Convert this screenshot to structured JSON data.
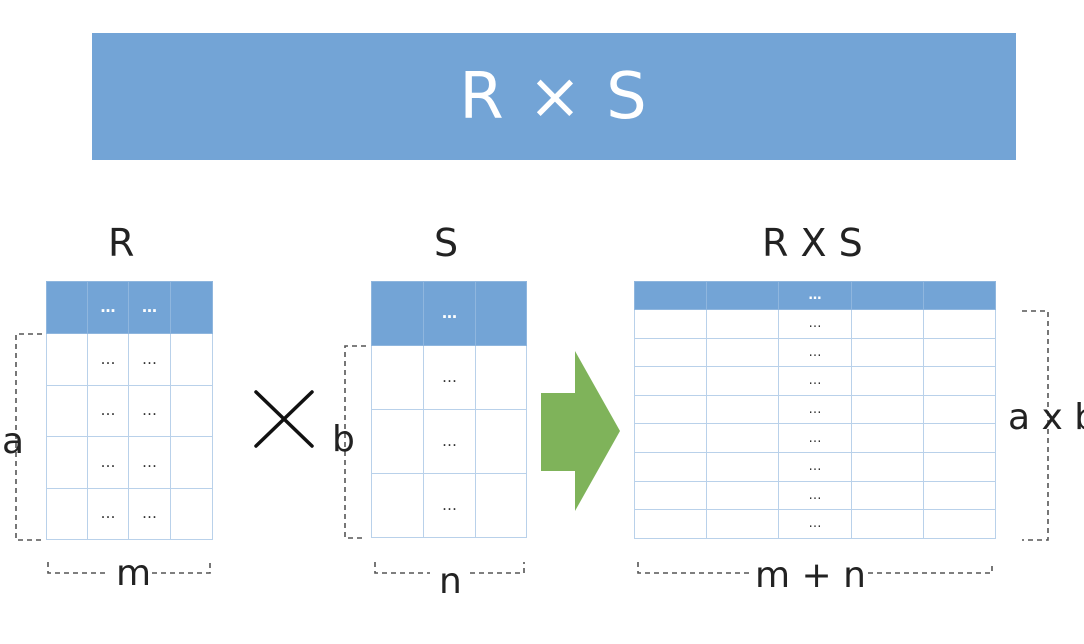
{
  "title": "R × S",
  "tables": {
    "r": {
      "label": "R",
      "height_label": "a",
      "width_label": "m",
      "header": [
        "",
        "…",
        "…",
        ""
      ],
      "rows": [
        [
          "",
          "…",
          "…",
          ""
        ],
        [
          "",
          "…",
          "…",
          ""
        ],
        [
          "",
          "…",
          "…",
          ""
        ],
        [
          "",
          "…",
          "…",
          ""
        ]
      ]
    },
    "s": {
      "label": "S",
      "height_label": "b",
      "width_label": "n",
      "header": [
        "",
        "…",
        ""
      ],
      "rows": [
        [
          "",
          "…",
          ""
        ],
        [
          "",
          "…",
          ""
        ],
        [
          "",
          "…",
          ""
        ]
      ]
    },
    "rs": {
      "label": "R X S",
      "height_label": "a x b",
      "width_label": "m + n",
      "header": [
        "",
        "",
        "…",
        "",
        ""
      ],
      "rows": [
        [
          "",
          "",
          "…",
          "",
          ""
        ],
        [
          "",
          "",
          "…",
          "",
          ""
        ],
        [
          "",
          "",
          "…",
          "",
          ""
        ],
        [
          "",
          "",
          "…",
          "",
          ""
        ],
        [
          "",
          "",
          "…",
          "",
          ""
        ],
        [
          "",
          "",
          "…",
          "",
          ""
        ],
        [
          "",
          "",
          "…",
          "",
          ""
        ],
        [
          "",
          "",
          "…",
          "",
          ""
        ]
      ]
    }
  },
  "colors": {
    "accent": "#73a4d6",
    "arrow": "#7fb35a",
    "grid_line": "#b9d1ea"
  },
  "icons": {
    "operator": "multiply-icon",
    "flow": "right-arrow-icon"
  }
}
